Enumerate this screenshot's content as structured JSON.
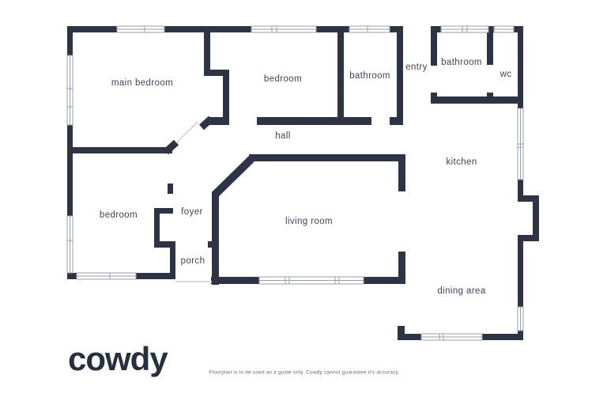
{
  "floorplan": {
    "rooms": [
      {
        "label": "main bedroom"
      },
      {
        "label": "bedroom"
      },
      {
        "label": "bathroom"
      },
      {
        "label": "entry"
      },
      {
        "label": "bathroom"
      },
      {
        "label": "wc"
      },
      {
        "label": "hall"
      },
      {
        "label": "kitchen"
      },
      {
        "label": "bedroom"
      },
      {
        "label": "foyer"
      },
      {
        "label": "living room"
      },
      {
        "label": "porch"
      },
      {
        "label": "dining area"
      }
    ],
    "colors": {
      "wall": "#2c3445",
      "label_text": "#3e4555",
      "window_frame": "#98a0ac"
    }
  },
  "branding": {
    "logo_text": "cowdy"
  },
  "footer": {
    "disclaimer": "Floorplan is to be used as a guide only. Cowdy cannot guarantee it's accuracy."
  }
}
